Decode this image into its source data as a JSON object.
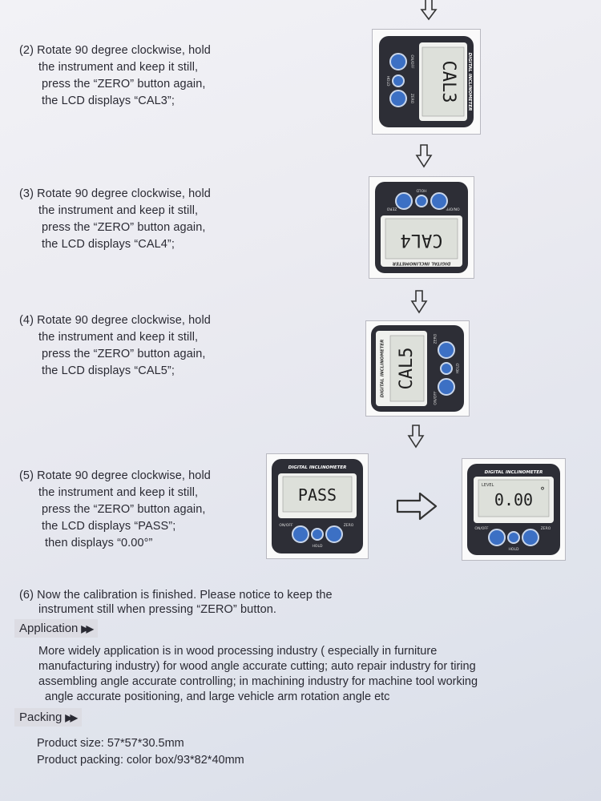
{
  "steps": [
    {
      "lines": [
        "(2) Rotate 90 degree clockwise, hold",
        "the instrument and keep it still,",
        "press the “ZERO” button again,",
        "the LCD displays “CAL3”;"
      ]
    },
    {
      "lines": [
        "(3) Rotate 90 degree clockwise, hold",
        "the instrument and keep it still,",
        "press the “ZERO” button again,",
        "the LCD displays “CAL4”;"
      ]
    },
    {
      "lines": [
        "(4) Rotate 90 degree clockwise, hold",
        "the instrument and keep it still,",
        "press the “ZERO” button again,",
        "the LCD displays “CAL5”;"
      ]
    },
    {
      "lines": [
        "(5) Rotate 90 degree clockwise, hold",
        "the instrument and keep it still,",
        "press the “ZERO” button again,",
        "the LCD displays “PASS”;",
        "then displays “0.00°”"
      ]
    }
  ],
  "step6": {
    "lines": [
      "(6) Now the calibration is finished. Please notice to keep the",
      "instrument still when pressing “ZERO” button."
    ]
  },
  "device": {
    "brand": "DIGITAL INCLINOMETER",
    "level_label": "LEVEL",
    "on_off": "ON/OFF",
    "hold": "HOLD",
    "zero": "ZERO",
    "display_cal3": "CAL3",
    "display_cal4": "CAL4",
    "display_cal5": "CAL5",
    "display_pass": "PASS",
    "display_final": "0.00",
    "degree": "°"
  },
  "application": {
    "heading": "Application",
    "lines": [
      "More widely application is in wood processing industry ( especially in furniture",
      "manufacturing industry) for wood angle accurate cutting; auto repair industry for tiring",
      "assembling angle accurate controlling; in machining industry for machine tool working",
      "angle accurate positioning, and large vehicle arm rotation angle etc"
    ]
  },
  "packing": {
    "heading": "Packing",
    "lines": [
      "Product size: 57*57*30.5mm",
      "Product packing: color box/93*82*40mm"
    ]
  }
}
